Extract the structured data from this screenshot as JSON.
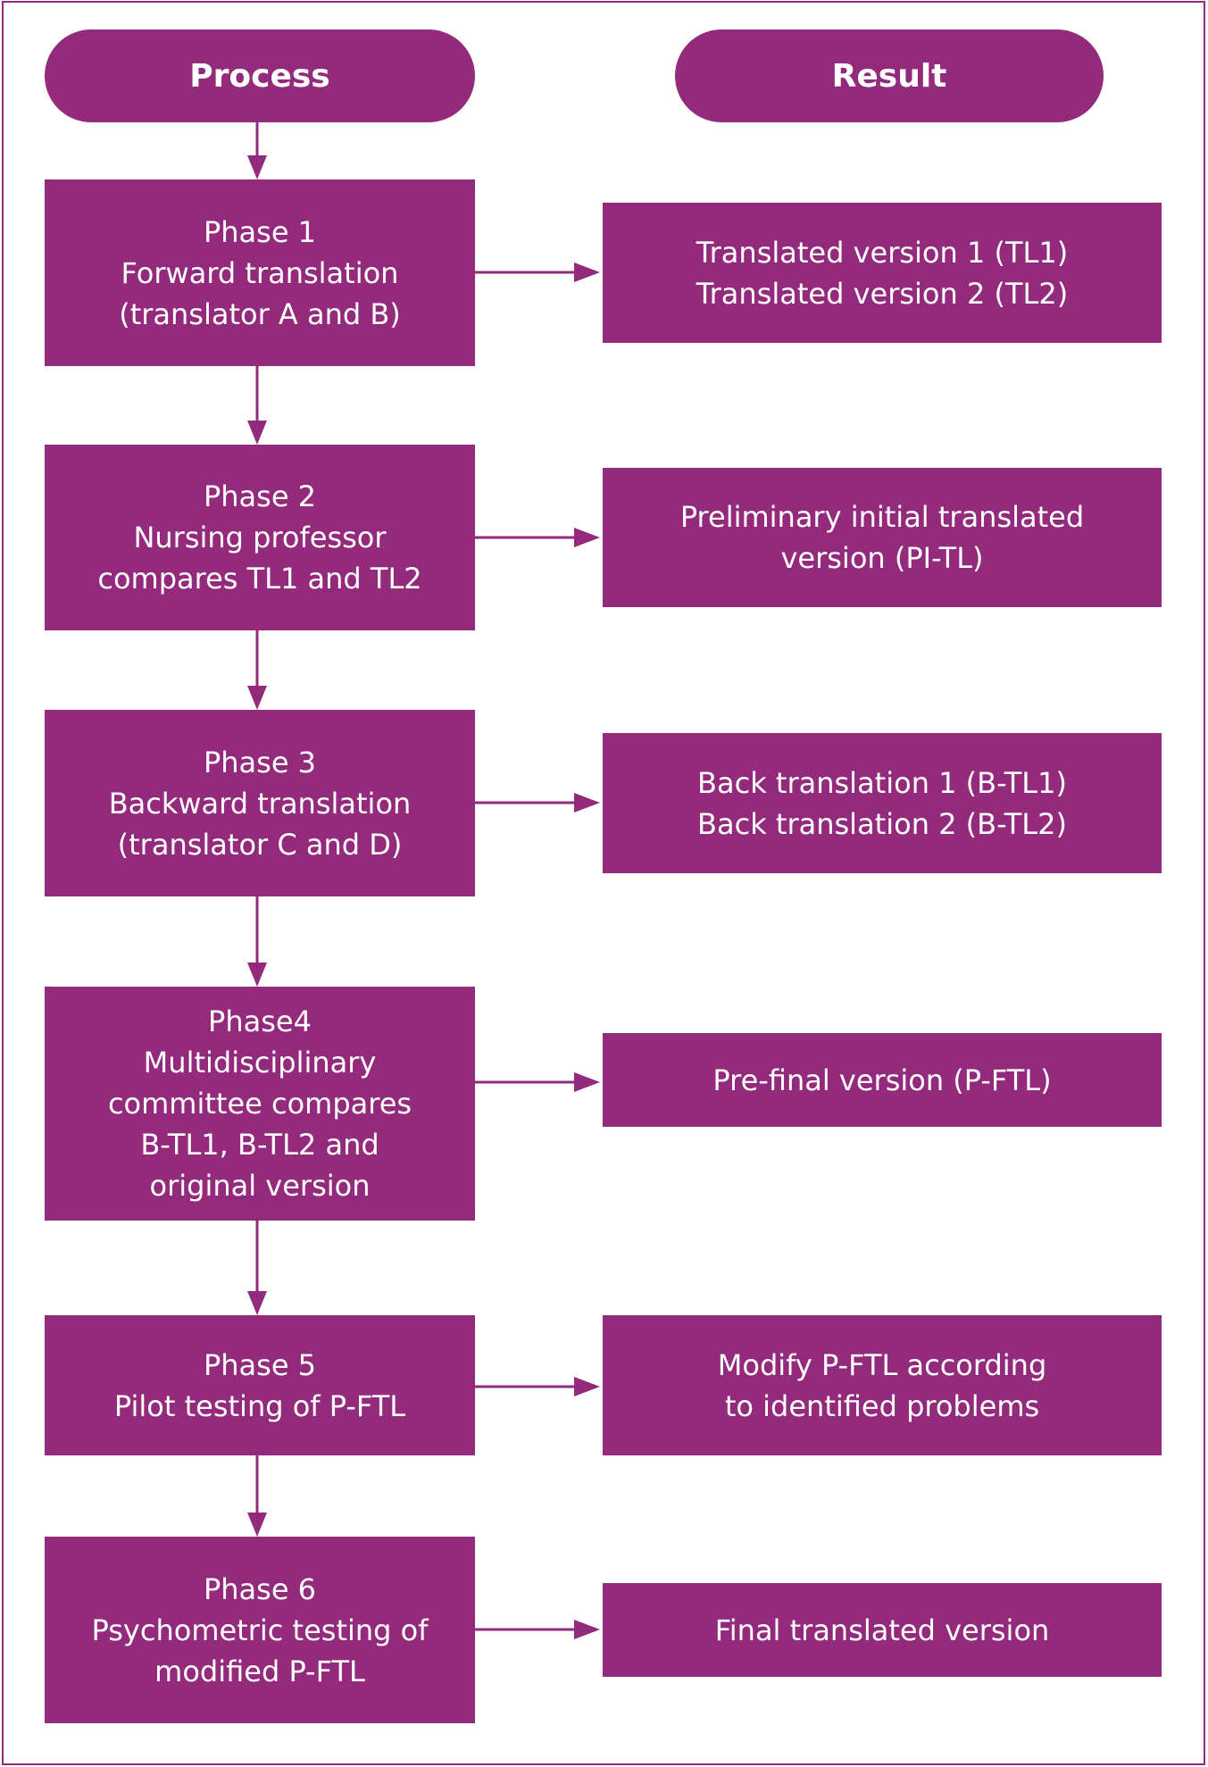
{
  "headers": {
    "process": "Process",
    "result": "Result"
  },
  "phases": [
    {
      "lines": [
        "Phase 1",
        "Forward translation",
        "(translator A and B)"
      ],
      "result": [
        "Translated version 1 (TL1)",
        "Translated version 2 (TL2)"
      ]
    },
    {
      "lines": [
        "Phase 2",
        "Nursing professor",
        "compares TL1 and TL2"
      ],
      "result": [
        "Preliminary initial translated",
        "version (PI-TL)"
      ]
    },
    {
      "lines": [
        "Phase 3",
        "Backward translation",
        "(translator C and D)"
      ],
      "result": [
        "Back translation 1 (B-TL1)",
        "Back translation 2 (B-TL2)"
      ]
    },
    {
      "lines": [
        "Phase4",
        "Multidisciplinary",
        "committee compares",
        "B-TL1, B-TL2 and",
        "original version"
      ],
      "result": [
        "Pre-final version (P-FTL)"
      ]
    },
    {
      "lines": [
        "Phase 5",
        "Pilot testing of P-FTL"
      ],
      "result": [
        "Modify P-FTL according",
        "to identified problems"
      ]
    },
    {
      "lines": [
        "Phase 6",
        "Psychometric testing of",
        "modified P-FTL"
      ],
      "result": [
        "Final translated version"
      ]
    }
  ],
  "colors": {
    "accent": "#942a7c",
    "text": "#ffffff"
  }
}
